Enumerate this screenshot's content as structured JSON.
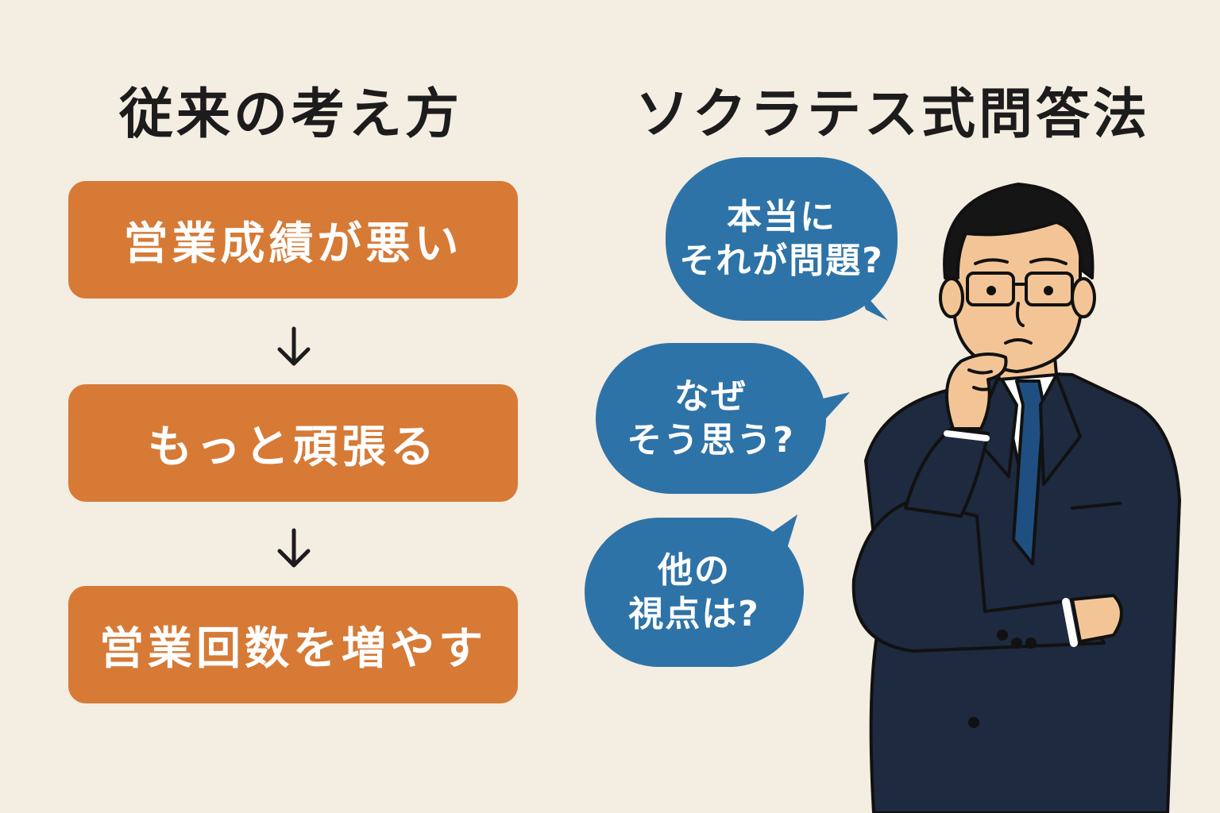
{
  "left": {
    "title": "従来の考え方",
    "steps": [
      "営業成績が悪い",
      "もっと頑張る",
      "営業回数を増やす"
    ]
  },
  "right": {
    "title": "ソクラテス式問答法",
    "questions": [
      {
        "line1": "本当に",
        "line2": "それが問題?"
      },
      {
        "line1": "なぜ",
        "line2": "そう思う?"
      },
      {
        "line1": "他の",
        "line2": "視点は?"
      }
    ]
  },
  "colors": {
    "background": "#f4ede2",
    "step_box": "#d67a36",
    "bubble": "#2e73a7",
    "suit": "#1d2a3f",
    "tie": "#1f4f80",
    "skin": "#f3c596"
  },
  "icons": [
    "down-arrow-icon",
    "thinking-businessman-illustration"
  ]
}
